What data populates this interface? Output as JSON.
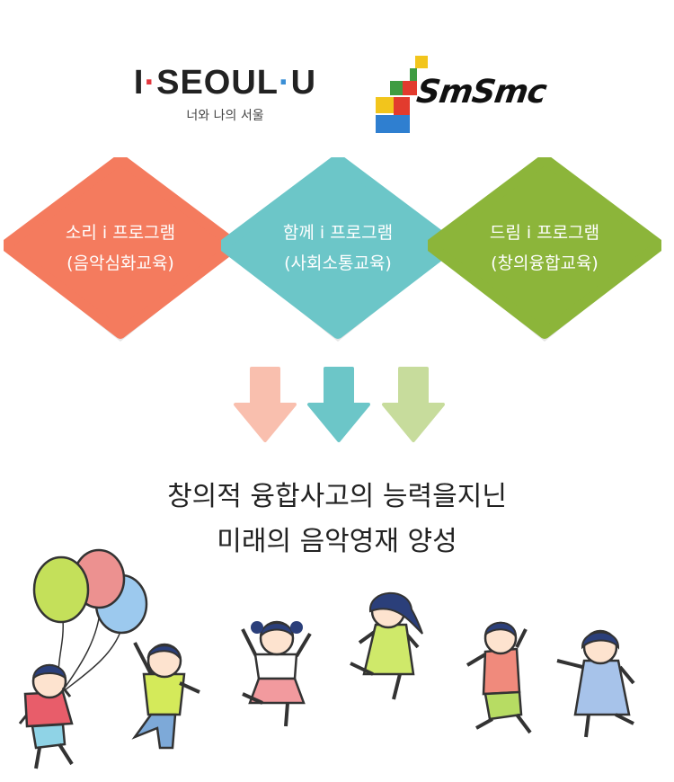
{
  "logo_seoul": {
    "part_i": "I",
    "part_seoul": "SEOUL",
    "part_u": "U",
    "subtitle": "너와 나의 서울"
  },
  "logo_smsmc": {
    "text": "SmSmc",
    "colors": [
      "#f2c51c",
      "#e23b2e",
      "#3f9c42",
      "#2f7fd0"
    ]
  },
  "programs": [
    {
      "title": "소리 i 프로그램",
      "subtitle": "(음악심화교육)",
      "color": "#f47b5e"
    },
    {
      "title": "함께 i 프로그램",
      "subtitle": "(사회소통교육)",
      "color": "#6cc6c8"
    },
    {
      "title": "드림 i 프로그램",
      "subtitle": "(창의융합교육)",
      "color": "#8cb53a"
    }
  ],
  "arrows": {
    "colors": [
      "#f9bfae",
      "#6cc6c8",
      "#c7dc9c"
    ]
  },
  "headline": {
    "line1": "창의적 융합사고의 능력을지닌",
    "line2": "미래의 음악영재 양성"
  },
  "illustration": {
    "balloon_colors": [
      "#ec9190",
      "#c4e05a",
      "#9cc9ee"
    ]
  }
}
